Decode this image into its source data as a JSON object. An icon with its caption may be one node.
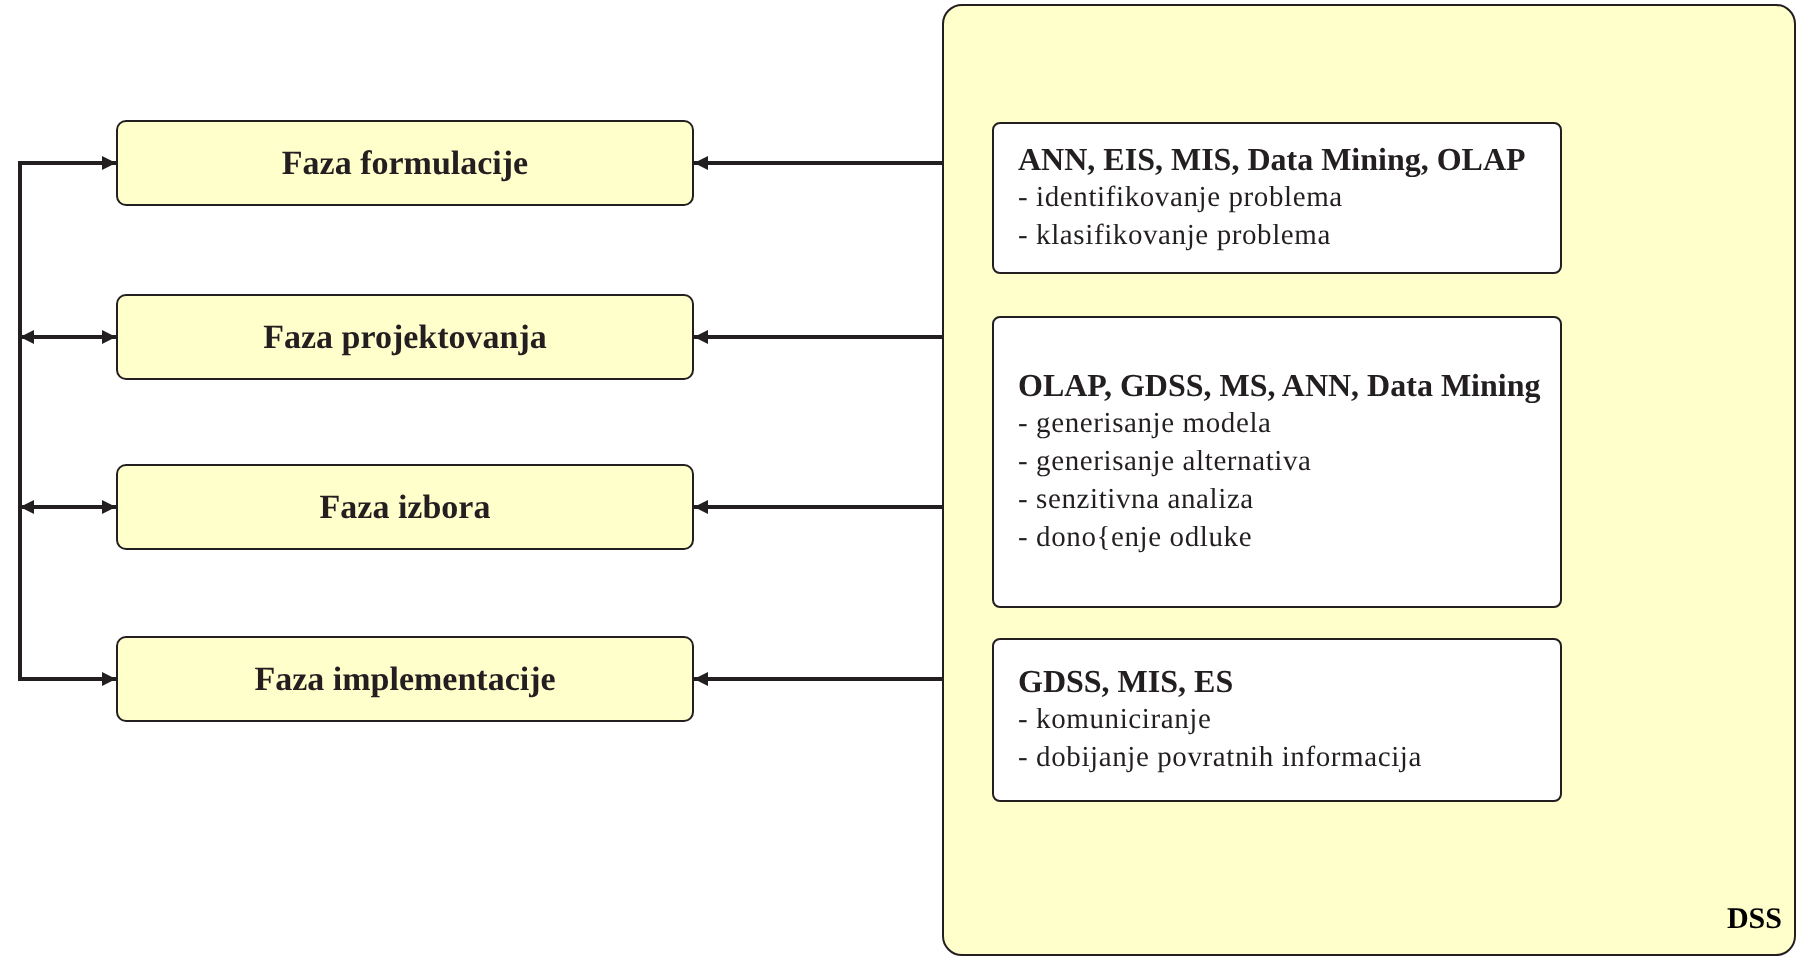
{
  "diagram": {
    "nodes": [
      {
        "text": [
          "Faza formulacije"
        ]
      },
      {
        "text": [
          "Faza projektovanja"
        ]
      },
      {
        "text": [
          "Faza izbora"
        ]
      },
      {
        "text": [
          "Faza implementacije"
        ]
      },
      {
        "text": [
          "DSS"
        ]
      },
      {
        "text": [
          "ANN, EIS, MIS, Data Mining, OLAP",
          "- identifikovanje problema",
          "- klasifikovanje problema"
        ],
        "in": 4
      },
      {
        "text": [
          "OLAP, GDSS, MS, ANN, Data Mining",
          "- generisanje modela",
          "- generisanje alternativa",
          "- senzitivna analiza",
          "- dono{enje odluke"
        ],
        "in": 4
      },
      {
        "text": [
          "GDSS, MIS, ES",
          "- komuniciranje",
          "- dobijanje povratnih informacija"
        ],
        "in": 4
      }
    ],
    "edges": [
      {
        "from": 3,
        "to": 0,
        "arrow": "both"
      },
      {
        "from": null,
        "to": 1,
        "arrow": "both"
      },
      {
        "from": null,
        "to": 2,
        "arrow": "both"
      },
      {
        "from": 4,
        "to": 0,
        "arrow": "to"
      },
      {
        "from": 4,
        "to": 1,
        "arrow": "to"
      },
      {
        "from": 4,
        "to": 2,
        "arrow": "to"
      },
      {
        "from": 4,
        "to": 3,
        "arrow": "to"
      }
    ]
  }
}
